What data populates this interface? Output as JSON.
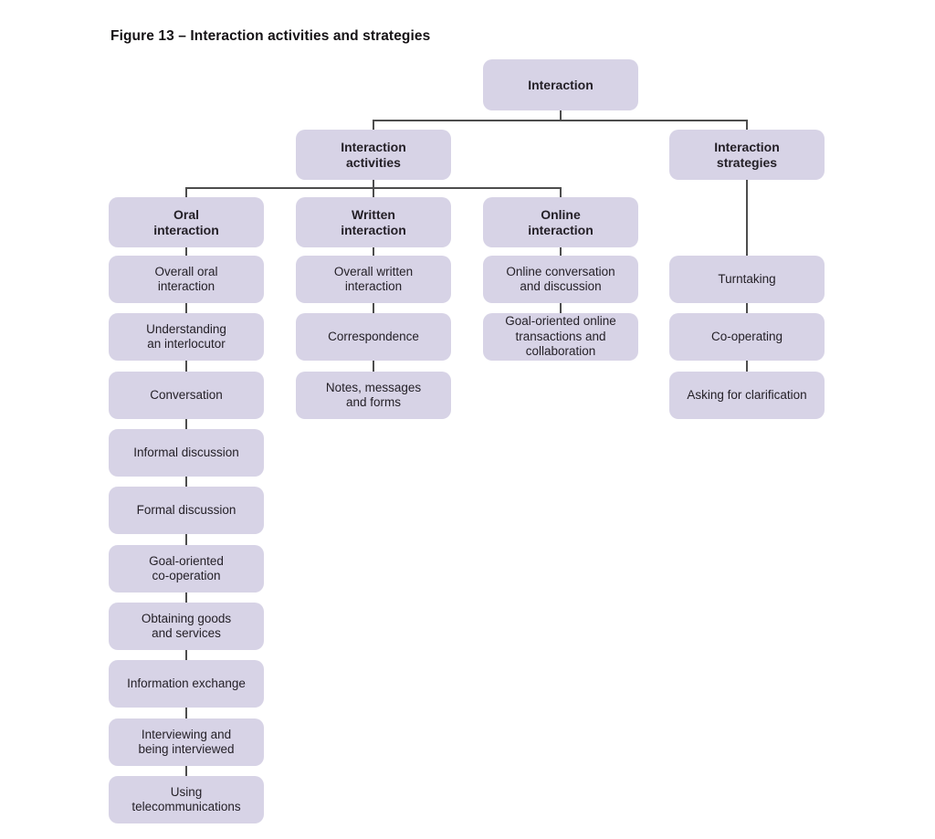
{
  "figure": {
    "title": "Figure 13 – Interaction activities and strategies"
  },
  "nodes": {
    "root": "Interaction",
    "activities": "Interaction\nactivities",
    "strategies": "Interaction\nstrategies",
    "oral_header": "Oral\ninteraction",
    "written_header": "Written\ninteraction",
    "online_header": "Online\ninteraction"
  },
  "oral_items": [
    "Overall oral\ninteraction",
    "Understanding\nan interlocutor",
    "Conversation",
    "Informal discussion",
    "Formal discussion",
    "Goal-oriented\nco-operation",
    "Obtaining goods\nand services",
    "Information exchange",
    "Interviewing and\nbeing interviewed",
    "Using\ntelecommunications"
  ],
  "written_items": [
    "Overall written\ninteraction",
    "Correspondence",
    "Notes, messages\nand forms"
  ],
  "online_items": [
    "Online conversation\nand discussion",
    "Goal-oriented online\ntransactions and\ncollaboration"
  ],
  "strategy_items": [
    "Turntaking",
    "Co-operating",
    "Asking for clarification"
  ],
  "colors": {
    "box_fill": "#d7d3e6",
    "line": "#4d4d4d",
    "text": "#231f26",
    "background": "#ffffff"
  }
}
